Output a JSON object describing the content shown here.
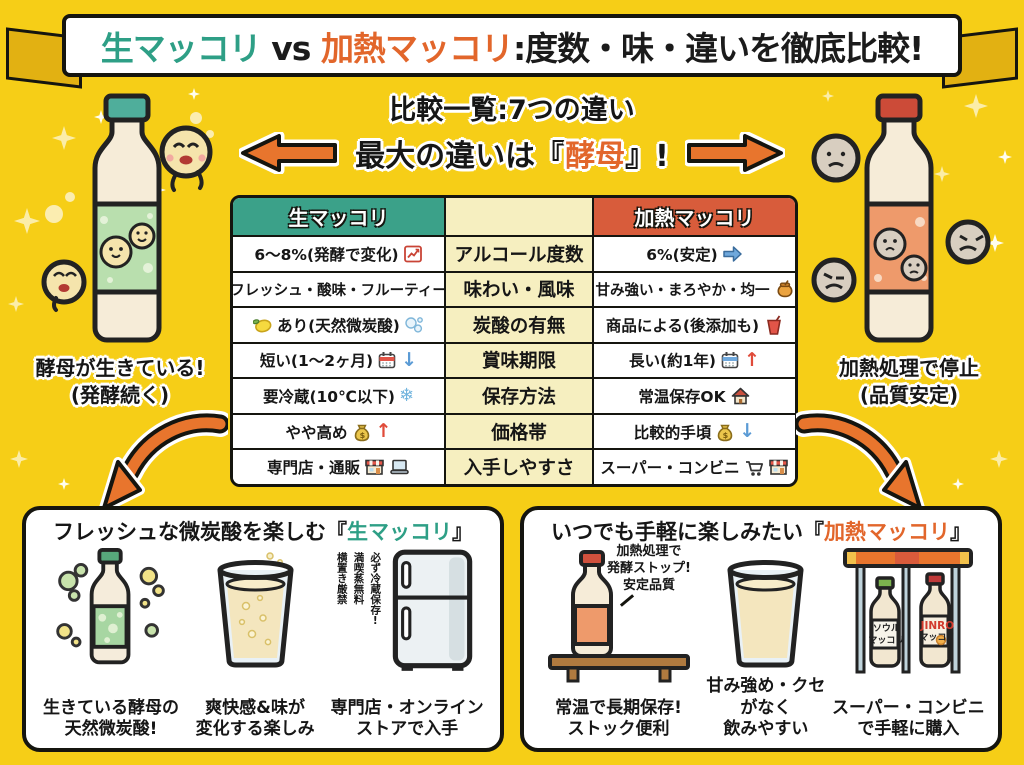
{
  "colors": {
    "background": "#F6CE17",
    "teal": "#2E9F86",
    "orange": "#E2662B",
    "table_header_raw": "#3BA189",
    "table_header_heated": "#D85C3B",
    "table_mid_column": "#F6EFC0",
    "arrow_orange": "#E8752D",
    "up_red": "#E04B3A",
    "down_blue": "#5B9BD5"
  },
  "banner": {
    "raw": "生マッコリ",
    "vs": "vs",
    "heated": "加熱マッコリ",
    "suffix": ":度数・味・違いを徹底比較!"
  },
  "subtitle": {
    "line1": "比較一覧:7つの違い",
    "line2_prefix": "最大の違いは『",
    "line2_highlight": "酵母",
    "line2_suffix": "』!"
  },
  "side_notes": {
    "raw": "酵母が生きている!\n(発酵続く)",
    "heated": "加熱処理で停止\n(品質安定)"
  },
  "glyphs": {
    "up_arrow": "↑",
    "down_arrow": "↓",
    "snowflake": "❄"
  },
  "table": {
    "header_raw": "生マッコリ",
    "header_heated": "加熱マッコリ",
    "rows": [
      {
        "raw": "6〜8%(発酵で変化)",
        "label": "アルコール度数",
        "heated": "6%(安定)"
      },
      {
        "raw": "フレッシュ・酸味・フルーティー",
        "label": "味わい・風味",
        "heated": "甘み強い・まろやか・均一"
      },
      {
        "raw": "あり(天然微炭酸)",
        "label": "炭酸の有無",
        "heated": "商品による(後添加も)"
      },
      {
        "raw": "短い(1〜2ヶ月)",
        "label": "賞味期限",
        "heated": "長い(約1年)"
      },
      {
        "raw": "要冷蔵(10℃以下)",
        "label": "保存方法",
        "heated": "常温保存OK"
      },
      {
        "raw": "やや高め",
        "label": "価格帯",
        "heated": "比較的手頃"
      },
      {
        "raw": "専門店・通販",
        "label": "入手しやすさ",
        "heated": "スーパー・コンビニ"
      }
    ]
  },
  "raw_panel": {
    "title_prefix": "フレッシュな微炭酸を楽しむ『",
    "title_name": "生マッコリ",
    "title_suffix": "』",
    "captions": [
      "生きている酵母の\n天然微炭酸!",
      "爽快感&味が\n変化する楽しみ",
      "専門店・オンライン\nストアで入手"
    ],
    "vertical_note": [
      "必ず冷蔵保存!",
      "満喫蒸無料",
      "横置き厳禁"
    ]
  },
  "heated_panel": {
    "title_prefix": "いつでも手軽に楽しみたい『",
    "title_name": "加熱マッコリ",
    "title_suffix": "』",
    "captions": [
      "常温で長期保存!\nストック便利",
      "甘み強め・クセがなく\n飲みやすい",
      "スーパー・コンビニ\nで手軽に購入"
    ],
    "bench_note": "加熱処理で\n発酵ストップ!\n安定品質",
    "shelf_labels": {
      "left": "ソウル\nマッコリ",
      "right_brand": "JINRO",
      "right_name": "マッコリ"
    }
  }
}
